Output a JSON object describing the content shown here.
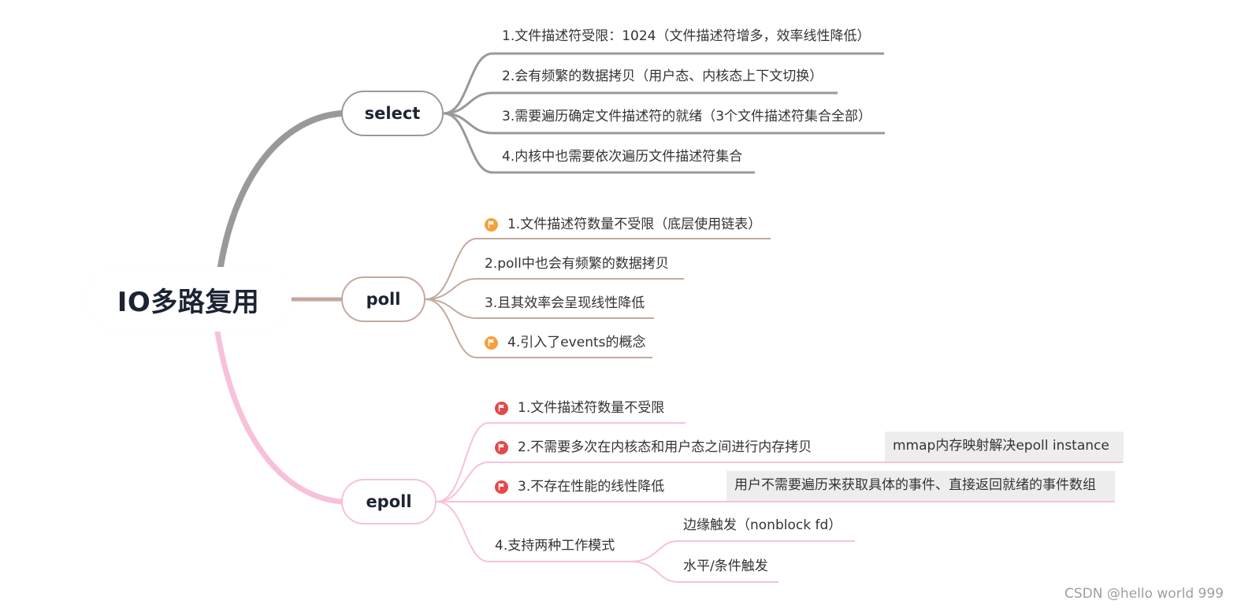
{
  "mindmap": {
    "root": {
      "label": "IO多路复用"
    },
    "branches": [
      {
        "label": "select",
        "color": "#999999",
        "items": [
          {
            "label": "1.文件描述符受限：1024（文件描述符增多，效率线性降低）"
          },
          {
            "label": "2.会有频繁的数据拷贝（用户态、内核态上下文切换）"
          },
          {
            "label": "3.需要遍历确定文件描述符的就绪（3个文件描述符集合全部）"
          },
          {
            "label": "4.内核中也需要依次遍历文件描述符集合"
          }
        ]
      },
      {
        "label": "poll",
        "color": "#c4a89e",
        "items": [
          {
            "label": "1.文件描述符数量不受限（底层使用链表）",
            "flag": "orange-flag-icon"
          },
          {
            "label": "2.poll中也会有频繁的数据拷贝"
          },
          {
            "label": "3.且其效率会呈现线性降低"
          },
          {
            "label": "4.引入了events的概念",
            "flag": "orange-flag-icon"
          }
        ]
      },
      {
        "label": "epoll",
        "color": "#f7c1da",
        "items": [
          {
            "label": "1.文件描述符数量不受限",
            "flag": "red-flag-icon"
          },
          {
            "label": "2.不需要多次在内核态和用户态之间进行内存拷贝",
            "flag": "red-flag-icon",
            "note": "mmap内存映射解决epoll instance"
          },
          {
            "label": "3.不存在性能的线性降低",
            "flag": "red-flag-icon",
            "note": "用户不需要遍历来获取具体的事件、直接返回就绪的事件数组"
          },
          {
            "label": "4.支持两种工作模式",
            "children": [
              {
                "label": "边缘触发（nonblock fd）"
              },
              {
                "label": "水平/条件触发"
              }
            ]
          }
        ]
      }
    ]
  },
  "watermark": "CSDN @hello world 999"
}
